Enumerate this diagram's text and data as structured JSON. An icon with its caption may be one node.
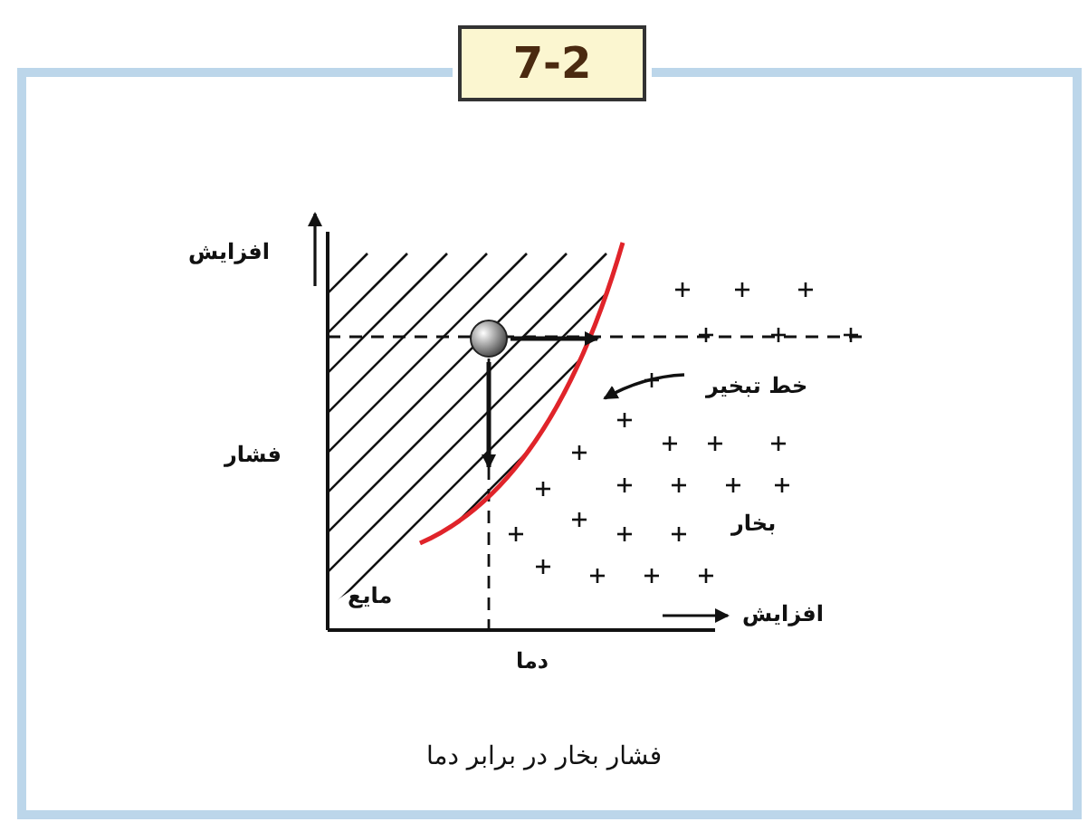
{
  "diagram": {
    "title": "7-2",
    "caption": "فشار بخار در برابر دما",
    "nodes": [
      {
        "text": [
          "خط تبخیر"
        ]
      },
      {
        "text": [],
        "shape": "curve"
      }
    ],
    "edges": [
      {
        "from": 0,
        "to": 1,
        "arrow": "to"
      }
    ],
    "labels": [
      "افزایش",
      "فشار",
      "بخار",
      "مایع",
      "افزایش",
      "دما"
    ]
  }
}
